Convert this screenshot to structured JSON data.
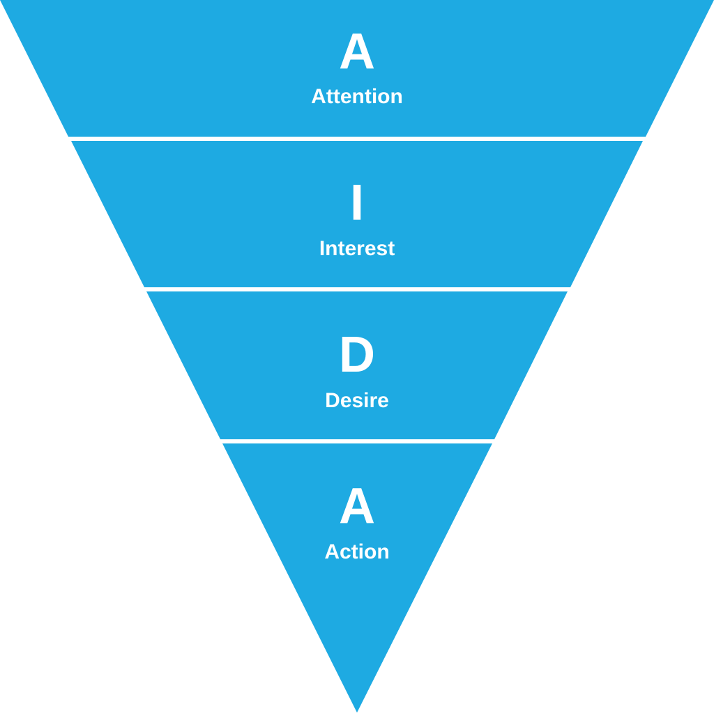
{
  "colors": {
    "fill": "#1eaae2",
    "separator": "#ffffff",
    "text": "#ffffff",
    "background": "#ffffff"
  },
  "stages": [
    {
      "letter": "A",
      "label": "Attention"
    },
    {
      "letter": "I",
      "label": "Interest"
    },
    {
      "letter": "D",
      "label": "Desire"
    },
    {
      "letter": "A",
      "label": "Action"
    }
  ]
}
